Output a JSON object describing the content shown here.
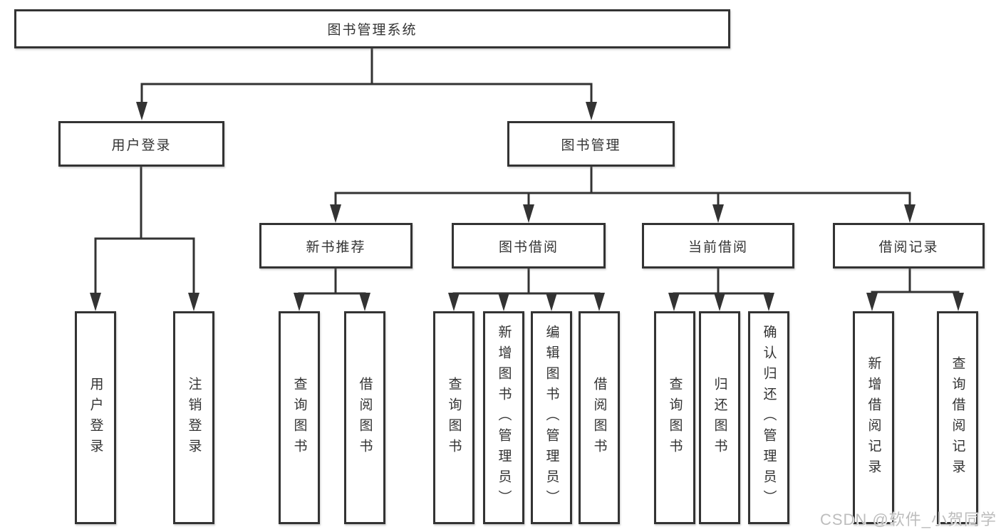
{
  "colors": {
    "line": "#333333",
    "box_border": "#333333",
    "text": "#333333",
    "background": "#ffffff",
    "watermark_text": "#bdbdbd"
  },
  "root": {
    "label": "图书管理系统"
  },
  "tree": {
    "user_login": {
      "label": "用户登录",
      "children": [
        {
          "label": "用户登录"
        },
        {
          "label": "注销登录"
        }
      ]
    },
    "book_mgmt": {
      "label": "图书管理",
      "sections": [
        {
          "label": "新书推荐",
          "children": [
            {
              "label": "查询图书"
            },
            {
              "label": "借阅图书"
            }
          ]
        },
        {
          "label": "图书借阅",
          "children": [
            {
              "label": "查询图书"
            },
            {
              "label": "新增图书（管理员）"
            },
            {
              "label": "编辑图书（管理员）"
            },
            {
              "label": "借阅图书"
            }
          ]
        },
        {
          "label": "当前借阅",
          "children": [
            {
              "label": "查询图书"
            },
            {
              "label": "归还图书"
            },
            {
              "label": "确认归还（管理员）"
            }
          ]
        },
        {
          "label": "借阅记录",
          "children": [
            {
              "label": "新增借阅记录"
            },
            {
              "label": "查询借阅记录"
            }
          ]
        }
      ]
    }
  },
  "watermark": "CSDN @软件_小贺同学"
}
